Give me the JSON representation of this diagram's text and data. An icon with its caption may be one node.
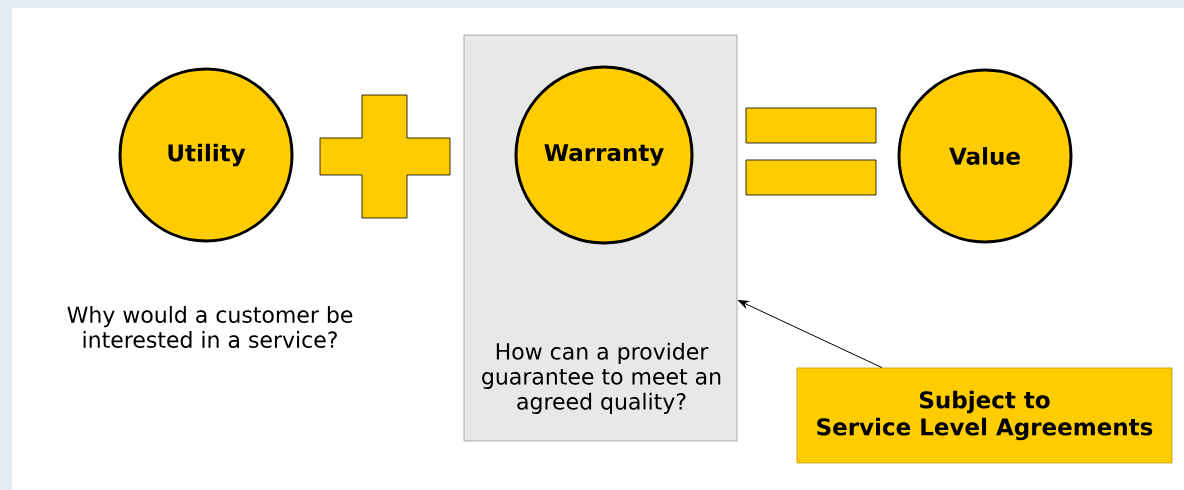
{
  "diagram": {
    "nodes": [
      {
        "text": [
          "Utility"
        ]
      },
      {
        "text": [
          "How can a provider guarantee to meet an agreed quality?"
        ]
      },
      {
        "text": [
          "Warranty"
        ],
        "in": 1
      },
      {
        "text": [
          "Value"
        ]
      },
      {
        "text": [
          "Subject to Service Level Agreements"
        ]
      }
    ],
    "edges": [
      {
        "from": 4,
        "to": 1,
        "arrow": "to"
      }
    ],
    "labels": [
      "Why would a customer be interested in a service?"
    ]
  }
}
